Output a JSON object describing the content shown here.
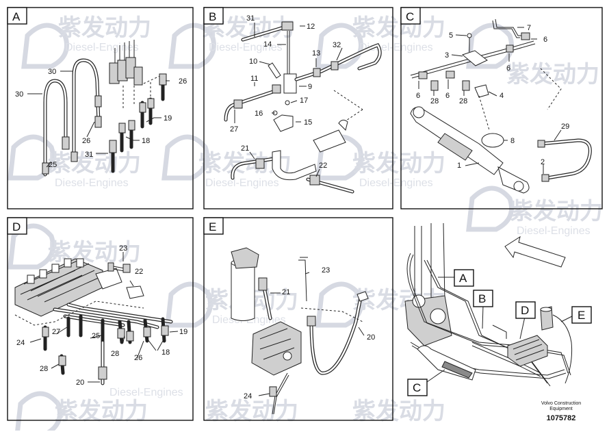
{
  "panels": [
    {
      "letter": "A",
      "labels": [
        "30",
        "30",
        "26",
        "19",
        "26",
        "18",
        "31",
        "25"
      ]
    },
    {
      "letter": "B",
      "labels": [
        "31",
        "12",
        "14",
        "13",
        "32",
        "10",
        "11",
        "9",
        "17",
        "16",
        "15",
        "27",
        "21",
        "22"
      ]
    },
    {
      "letter": "C",
      "labels": [
        "7",
        "5",
        "6",
        "3",
        "6",
        "6",
        "28",
        "6",
        "28",
        "4",
        "8",
        "29",
        "2",
        "1"
      ]
    },
    {
      "letter": "D",
      "labels": [
        "23",
        "22",
        "19",
        "27",
        "25",
        "24",
        "28",
        "26",
        "18",
        "28",
        "20"
      ]
    },
    {
      "letter": "E",
      "labels": [
        "23",
        "21",
        "20",
        "24"
      ]
    }
  ],
  "overview_tags": [
    "A",
    "B",
    "D",
    "E",
    "C"
  ],
  "watermark": {
    "brand": "紫发动力",
    "sub": "Diesel-Engines"
  },
  "footer": {
    "maker": "Volvo Construction",
    "section": "Equipment",
    "number": "1075782"
  }
}
